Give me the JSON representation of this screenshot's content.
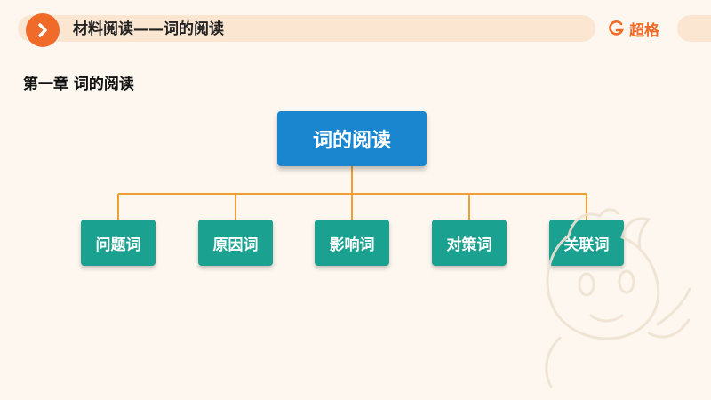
{
  "header": {
    "title": "材料阅读——词的阅读",
    "logo_text": "超格",
    "icons": {
      "badge": "chevron-right-icon",
      "logo": "brand-g-icon"
    }
  },
  "section": {
    "title": "第一章 词的阅读"
  },
  "diagram": {
    "root": "词的阅读",
    "children": [
      "问题词",
      "原因词",
      "影响词",
      "对策词",
      "关联词"
    ]
  },
  "colors": {
    "accent": "#f06a2a",
    "root_fill": "#1a86cf",
    "child_fill": "#1aa18f",
    "connector": "#f0a033",
    "background": "#fdf7ef"
  }
}
